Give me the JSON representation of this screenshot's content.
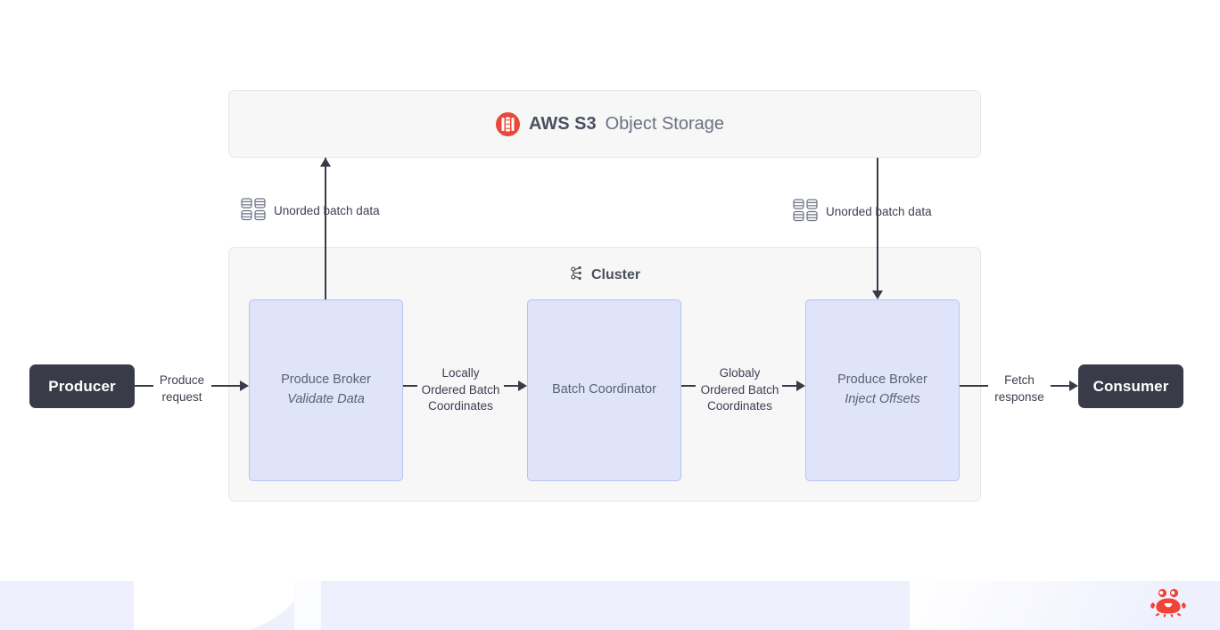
{
  "storage": {
    "icon": "aws-s3-icon",
    "brand": "AWS S3",
    "name": "Object Storage"
  },
  "cluster": {
    "icon": "cluster-nodes-icon",
    "title": "Cluster",
    "nodes": [
      {
        "title": "Produce Broker",
        "subtitle": "Validate Data"
      },
      {
        "title": "Batch Coordinator",
        "subtitle": ""
      },
      {
        "title": "Produce Broker",
        "subtitle": "Inject Offsets"
      }
    ]
  },
  "endpoints": {
    "producer": "Producer",
    "consumer": "Consumer"
  },
  "edges": {
    "produce_request": "Produce\nrequest",
    "locally_ordered": "Locally\nOrdered Batch\nCoordinates",
    "globaly_ordered": "Globaly\nOrdered Batch\nCoordinates",
    "fetch_response": "Fetch\nresponse",
    "unordered_left": "Unorded batch data",
    "unordered_right": "Unorded batch data",
    "storage_icon_name": "database-stack-icon"
  },
  "branding": {
    "logo": "crab-logo"
  },
  "colors": {
    "accent_red": "#e8493a",
    "dark_node": "#393b48",
    "broker_fill": "#dfe4fb",
    "broker_border": "#b8c2f2",
    "panel_fill": "#f7f7f8",
    "panel_border": "#e6e7ea",
    "band": "#eef1fd",
    "text": "#3c4150",
    "muted_text": "#6b7183"
  }
}
